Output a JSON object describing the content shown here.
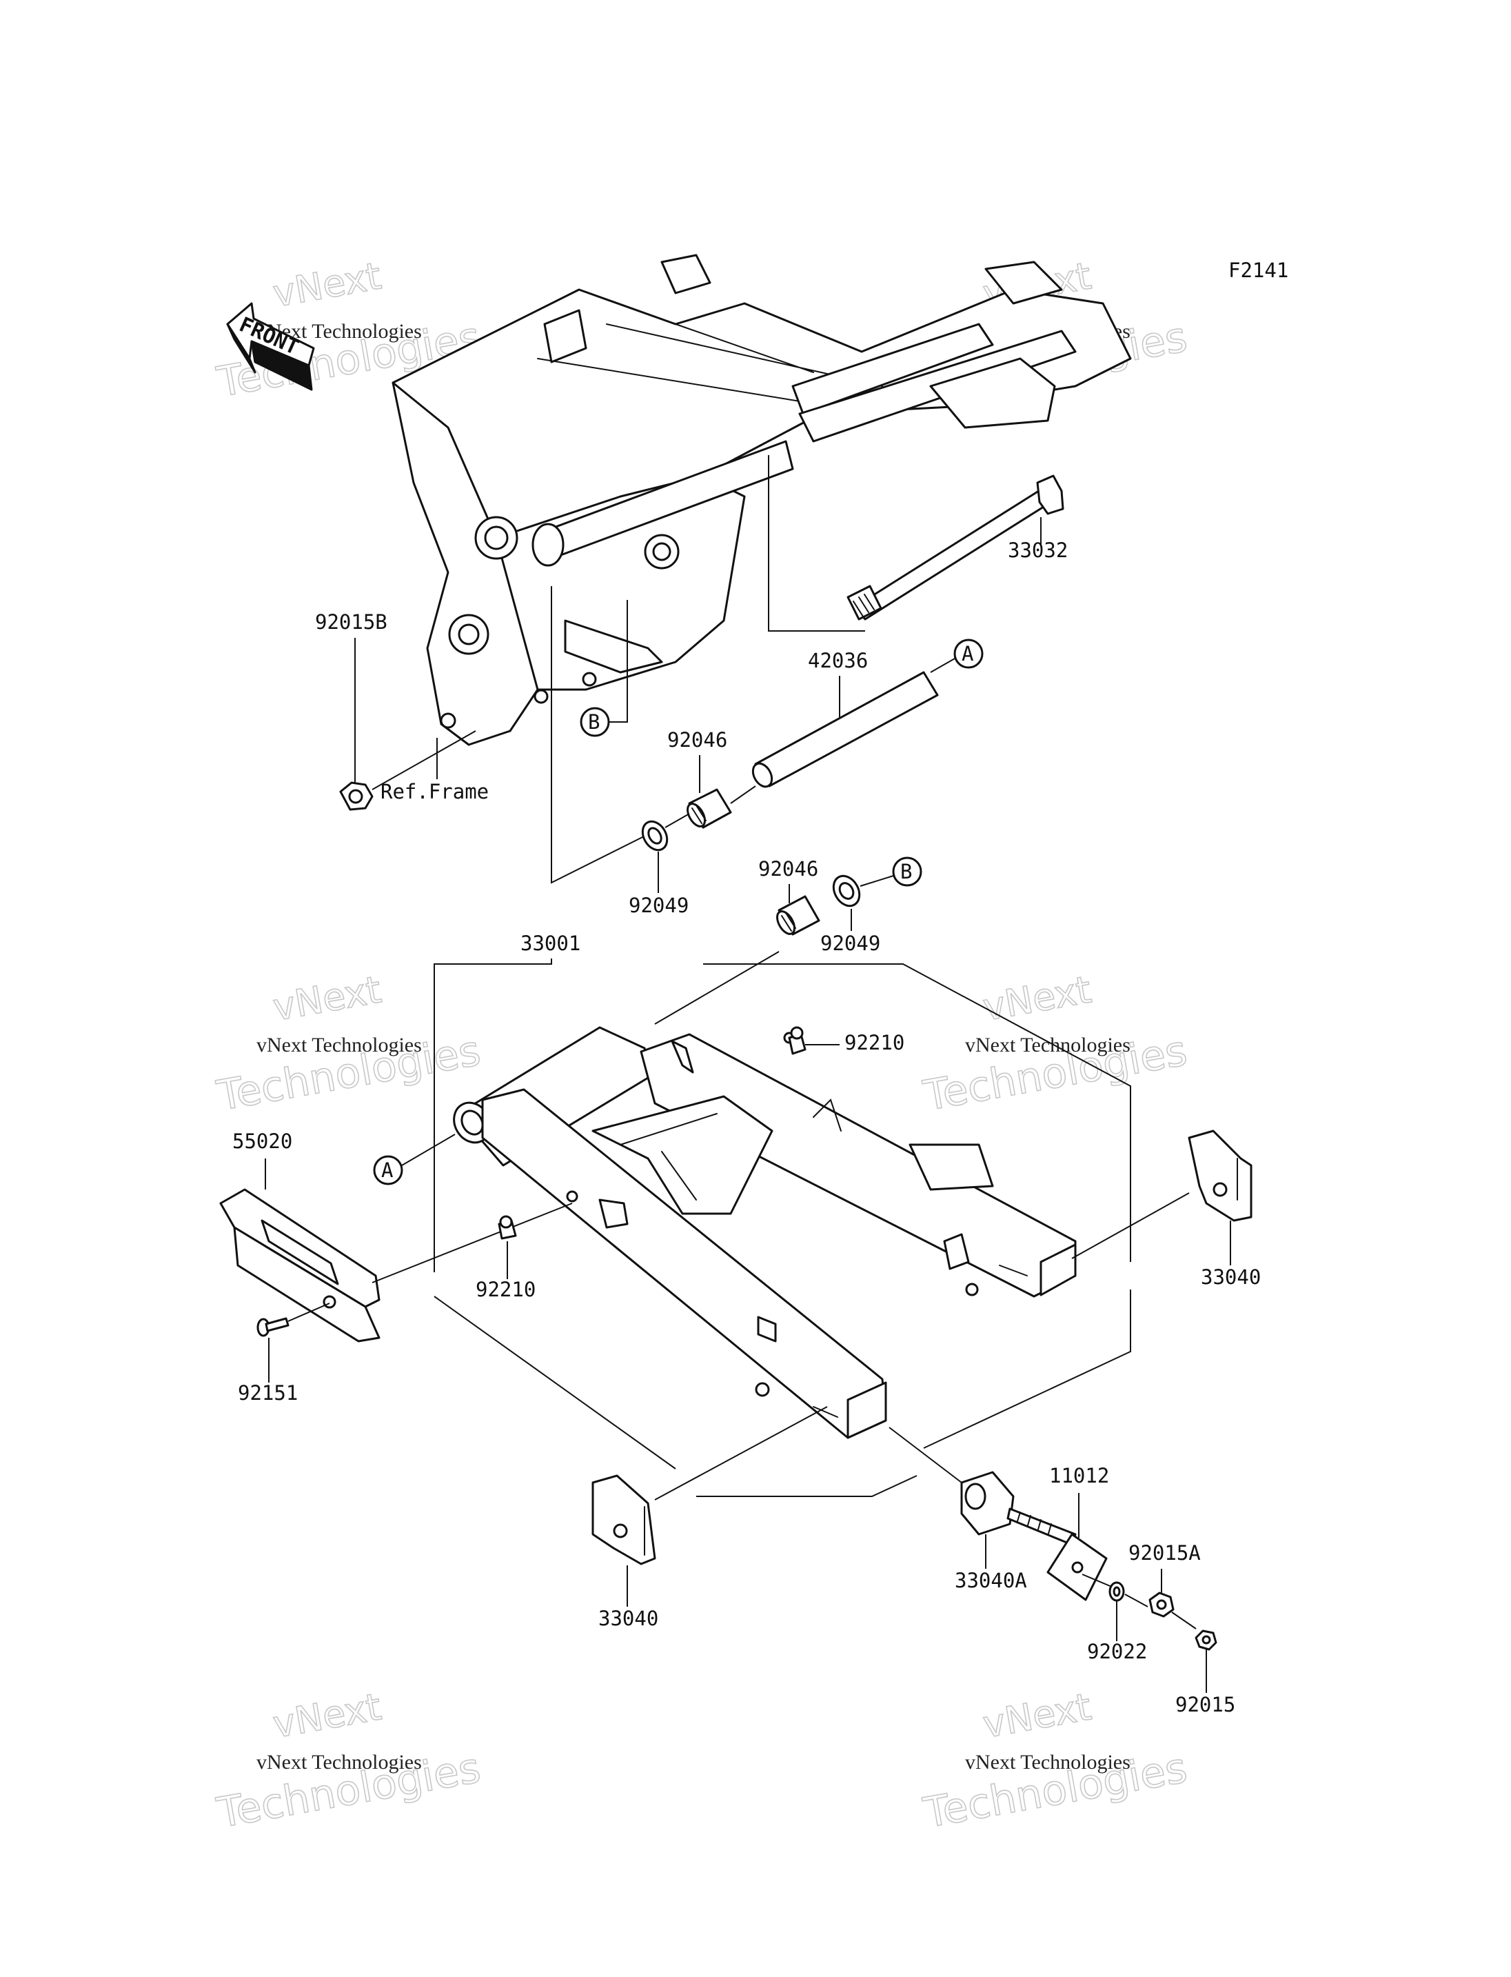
{
  "diagram": {
    "figure_code": "F2141",
    "direction_label": "FRONT",
    "callouts": {
      "c33032": "33032",
      "c92015B": "92015B",
      "c42036": "42036",
      "cRefFrame": "Ref.Frame",
      "c92046a": "92046",
      "c92049a": "92049",
      "c92046b": "92046",
      "c92049b": "92049",
      "c33001": "33001",
      "c92210a": "92210",
      "c55020": "55020",
      "c92210b": "92210",
      "c33040a": "33040",
      "c92151": "92151",
      "c11012": "11012",
      "c92015A": "92015A",
      "c33040A": "33040A",
      "c33040b": "33040",
      "c92022": "92022",
      "c92015": "92015"
    },
    "markers": {
      "A": "A",
      "B": "B"
    },
    "watermark": {
      "line1": "vNext Technologies",
      "outline_top": "vNext",
      "outline_bottom": "Technologies"
    }
  }
}
